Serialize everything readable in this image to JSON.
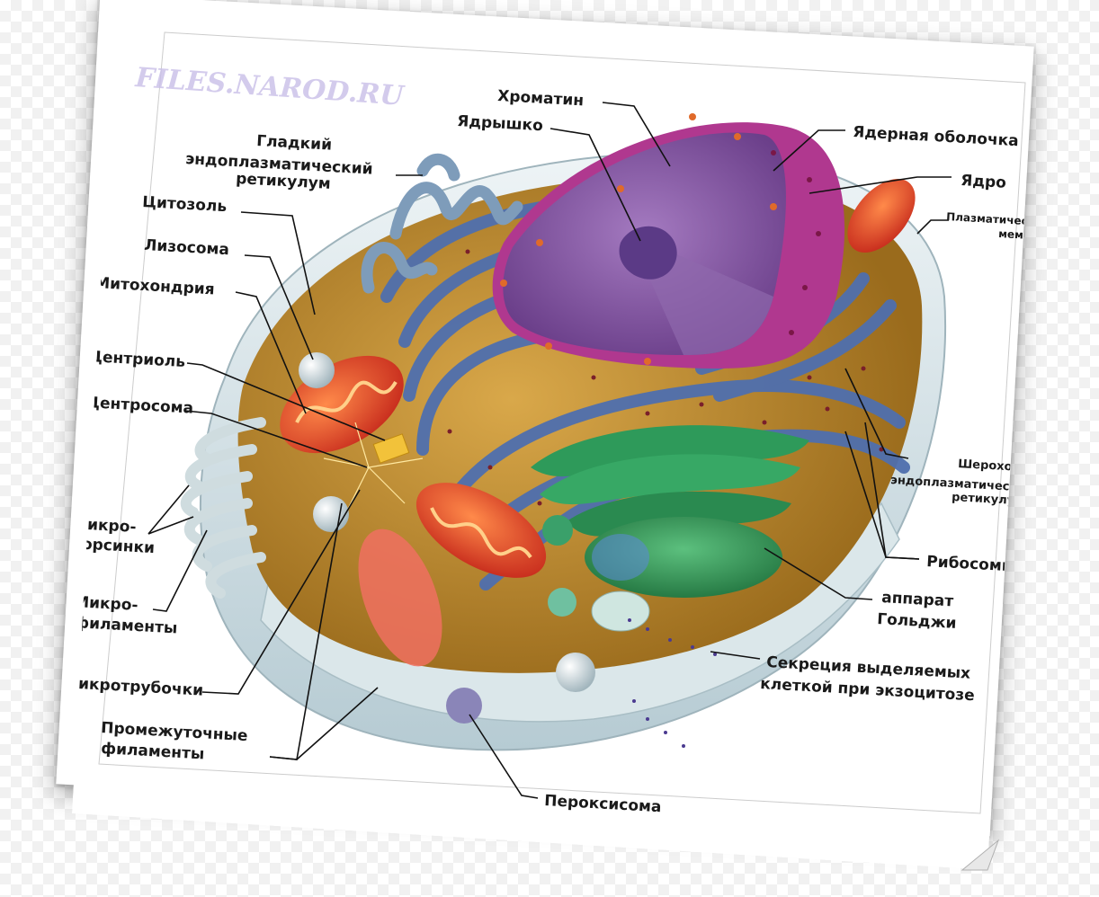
{
  "watermark": "FILES.NAROD.RU",
  "labels": {
    "chromatin": "Хроматин",
    "nucleolus": "Ядрышко",
    "nuclear_envelope": "Ядерная оболочка",
    "nucleus": "Ядро",
    "plasma_membrane_1": "Плазматическая",
    "plasma_membrane_2": "мембрана",
    "smooth_er_1": "Гладкий",
    "smooth_er_2": "эндоплазматический",
    "smooth_er_3": "ретикулум",
    "cytosol": "Цитозоль",
    "lysosome": "Лизосома",
    "mitochondrion": "Митохондрия",
    "centriole": "Центриоль",
    "centrosome": "Центросома",
    "microvilli_1": "Микро-",
    "microvilli_2": "ворсинки",
    "microfilaments_1": "Микро-",
    "microfilaments_2": "филаменты",
    "microtubules": "Микротрубочки",
    "intermediate_filaments_1": "Промежуточные",
    "intermediate_filaments_2": "филаменты",
    "peroxisome": "Пероксисома",
    "secretion_1": "Секреция выделяемых",
    "secretion_2": "клеткой при экзоцитозе",
    "golgi_1": "аппарат",
    "golgi_2": "Гольджи",
    "ribosomes": "Рибосомы",
    "rough_er_1": "Шероховатый",
    "rough_er_2": "эндоплазматический",
    "rough_er_3": "ретикулум"
  },
  "colors": {
    "cytoplasm": "#b58a2a",
    "nucleus": "#8a4fa0",
    "nuclear_envelope": "#b0388f",
    "rough_er": "#4f6fae",
    "golgi": "#2e9a5a",
    "mitochondria": "#e8502a",
    "membrane": "#cfe0e6"
  }
}
